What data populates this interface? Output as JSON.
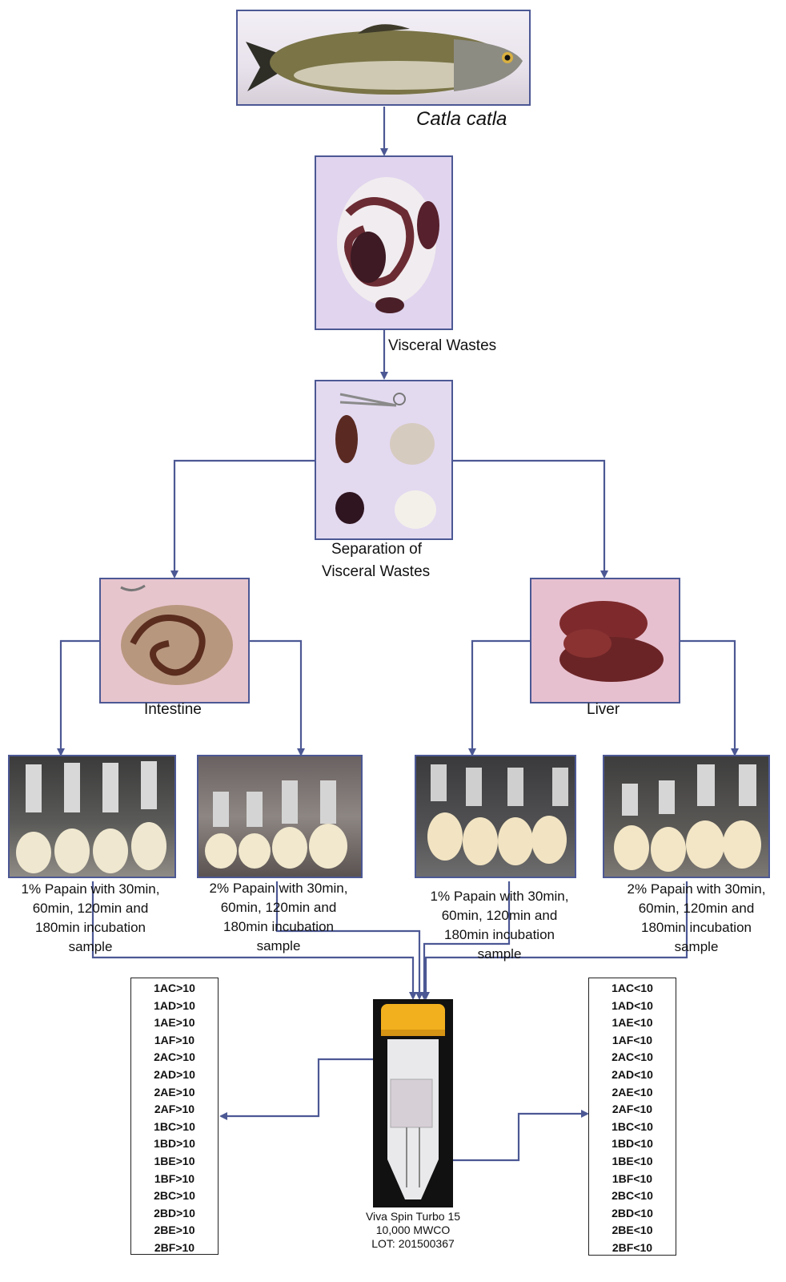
{
  "nodes": {
    "fish": "Catla catla",
    "visceral": "Visceral Wastes",
    "separation": [
      "Separation of",
      "Visceral Wastes"
    ],
    "intestine": "Intestine",
    "liver": "Liver"
  },
  "samples": [
    [
      "1% Papain with 30min,",
      "60min, 120min and",
      "180min incubation",
      "sample"
    ],
    [
      "2% Papain with 30min,",
      "60min, 120min and",
      "180min incubation",
      "sample"
    ],
    [
      "1% Papain with 30min,",
      "60min, 120min and",
      "180min incubation",
      "sample"
    ],
    [
      "2% Papain with 30min,",
      "60min, 120min and",
      "180min incubation",
      "sample"
    ]
  ],
  "tube": {
    "lines": [
      "Viva Spin Turbo 15",
      "10,000 MWCO",
      "LOT: 201500367"
    ]
  },
  "left_list": [
    "1AC>10",
    "1AD>10",
    "1AE>10",
    "1AF>10",
    "2AC>10",
    "2AD>10",
    "2AE>10",
    "2AF>10",
    "1BC>10",
    "1BD>10",
    "1BE>10",
    "1BF>10",
    "2BC>10",
    "2BD>10",
    "2BE>10",
    "2BF>10"
  ],
  "right_list": [
    "1AC<10",
    "1AD<10",
    "1AE<10",
    "1AF<10",
    "2AC<10",
    "2AD<10",
    "2AE<10",
    "2AF<10",
    "1BC<10",
    "1BD<10",
    "1BE<10",
    "1BF<10",
    "2BC<10",
    "2BD<10",
    "2BE<10",
    "2BF<10"
  ],
  "colors": {
    "arrow": "#4c5894",
    "frame": "#4c5894"
  }
}
